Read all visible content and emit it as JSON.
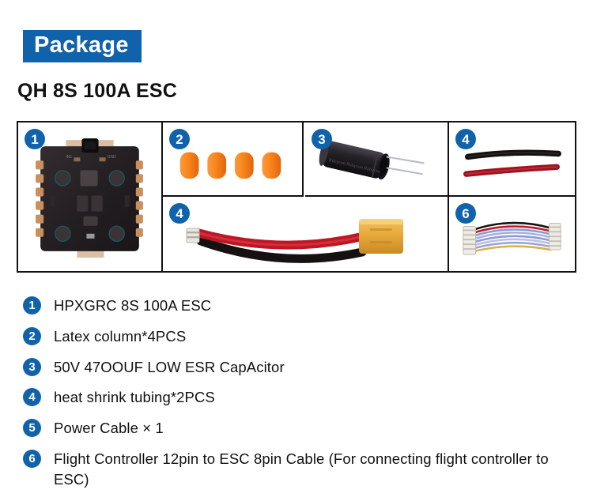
{
  "header": {
    "banner_label": "Package",
    "product_title": "QH 8S 100A ESC",
    "banner_color": "#1063AA"
  },
  "photo_grid": {
    "cells": [
      {
        "badge": "1",
        "item": "esc-board"
      },
      {
        "badge": "2",
        "item": "latex-columns"
      },
      {
        "badge": "3",
        "item": "capacitor"
      },
      {
        "badge": "4",
        "item": "heat-shrink-tubing"
      },
      {
        "badge": "4",
        "item": "power-cable"
      },
      {
        "badge": "6",
        "item": "flight-controller-cable"
      }
    ]
  },
  "package_list": {
    "items": [
      {
        "number": "1",
        "label": "HPXGRC  8S 100A ESC"
      },
      {
        "number": "2",
        "label": "Latex column*4PCS"
      },
      {
        "number": "3",
        "label": "50V 47OOUF LOW ESR CapAcitor"
      },
      {
        "number": "4",
        "label": "heat shrink tubing*2PCS"
      },
      {
        "number": "5",
        "label": "Power Cable × 1"
      },
      {
        "number": "6",
        "label": "Flight Controller 12pin to ESC 8pin Cable (For connecting flight controller to ESC)"
      }
    ]
  },
  "colors": {
    "accent_blue": "#1063AA",
    "latex_orange": "#F57F22",
    "xt60_yellow": "#E8A93C",
    "wire_red": "#C4182A",
    "pcb_dark": "#241f22"
  }
}
